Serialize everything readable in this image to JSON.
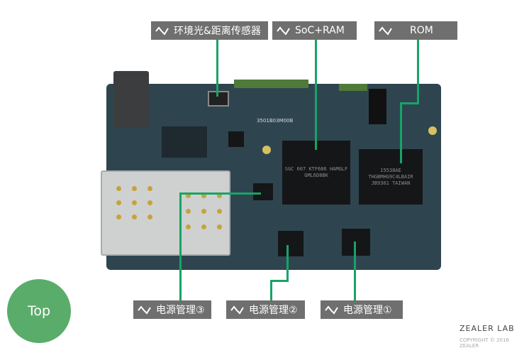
{
  "labels": {
    "sensor": "环境光&距离传感器",
    "soc": "SoC+RAM",
    "rom": "ROM",
    "pmic3": "电源管理③",
    "pmic2": "电源管理②",
    "pmic1": "电源管理①"
  },
  "label_icon": "waveform-icon",
  "accent_color": "#17a466",
  "label_bg": "#6f6f6f",
  "side_badge": "Top",
  "board_text": {
    "model": "3501B03M00B",
    "soc_chip": "SGC 607 KTF686 HAMGLF GML6D8BK",
    "rom_chip": "15538AE THGBMHG9C4LBAIR JB9361 TAIWAN"
  },
  "watermark": {
    "logo": "ZEALER LAB",
    "copyright": "COPYRIGHT © 2016 ZEALER"
  }
}
